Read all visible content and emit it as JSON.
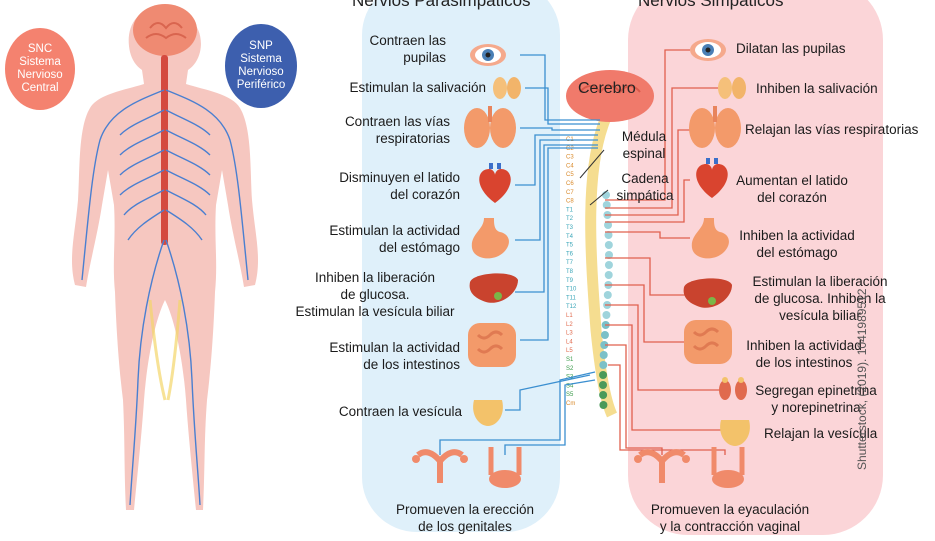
{
  "headers": {
    "parasympathetic": "Nervios Parasimpáticos",
    "sympathetic": "Nervios Simpáticos"
  },
  "badges": {
    "snc": "SNC\nSistema\nNervioso\nCentral",
    "snp": "SNP\nSistema\nNervioso\nPeriférico"
  },
  "center_labels": {
    "brain": "Cerebro",
    "spinal_cord": "Médula\nespinal",
    "sympathetic_chain": "Cadena\nsimpática"
  },
  "parasympathetic_effects": [
    "Contraen las\npupilas",
    "Estimulan la salivación",
    "Contraen las vías\nrespiratorias",
    "Disminuyen el latido\ndel corazón",
    "Estimulan la actividad\ndel estómago",
    "Inhiben la liberación\nde glucosa.\nEstimulan la vesícula biliar",
    "Estimulan la actividad\nde los intestinos",
    "Contraen la vesícula",
    "Promueven la erección\nde los genitales"
  ],
  "sympathetic_effects": [
    "Dilatan las pupilas",
    "Inhiben la salivación",
    "Relajan las vías respiratorias",
    "Aumentan el latido\ndel corazón",
    "Inhiben la actividad\ndel estómago",
    "Estimulan la liberación\nde glucosa. Inhiben la\nvesícula biliar",
    "Inhiben la actividad\nde los intestinos",
    "Segregan epinetrina\ny norepinetrina",
    "Relajan la vesícula",
    "Promueven la eyaculación\ny la contracción vaginal"
  ],
  "vertebrae": [
    "C1",
    "C2",
    "C3",
    "C4",
    "C5",
    "C6",
    "C7",
    "C8",
    "T1",
    "T2",
    "T3",
    "T4",
    "T5",
    "T6",
    "T7",
    "T8",
    "T9",
    "T10",
    "T11",
    "T12",
    "L1",
    "L2",
    "L3",
    "L4",
    "L5",
    "S1",
    "S2",
    "S3",
    "S4",
    "S5",
    "Cm"
  ],
  "credit": "Shutterstock, (2019). 1041989512",
  "colors": {
    "para_panel": "#dff0fa",
    "symp_panel": "#fbd5d8",
    "snc_badge": "#f4826f",
    "snp_badge": "#3d5fae",
    "para_line": "#3b8fd0",
    "symp_line": "#e0604e",
    "nerve_blue": "#4a7fd0",
    "organ": "#f39a6a"
  },
  "icons": [
    "eye-icon",
    "salivary-gland-icon",
    "lungs-icon",
    "heart-icon",
    "stomach-icon",
    "liver-icon",
    "intestines-icon",
    "bladder-icon",
    "female-reproductive-icon",
    "male-reproductive-icon",
    "adrenal-kidney-icon",
    "brain-icon",
    "human-body-icon"
  ]
}
